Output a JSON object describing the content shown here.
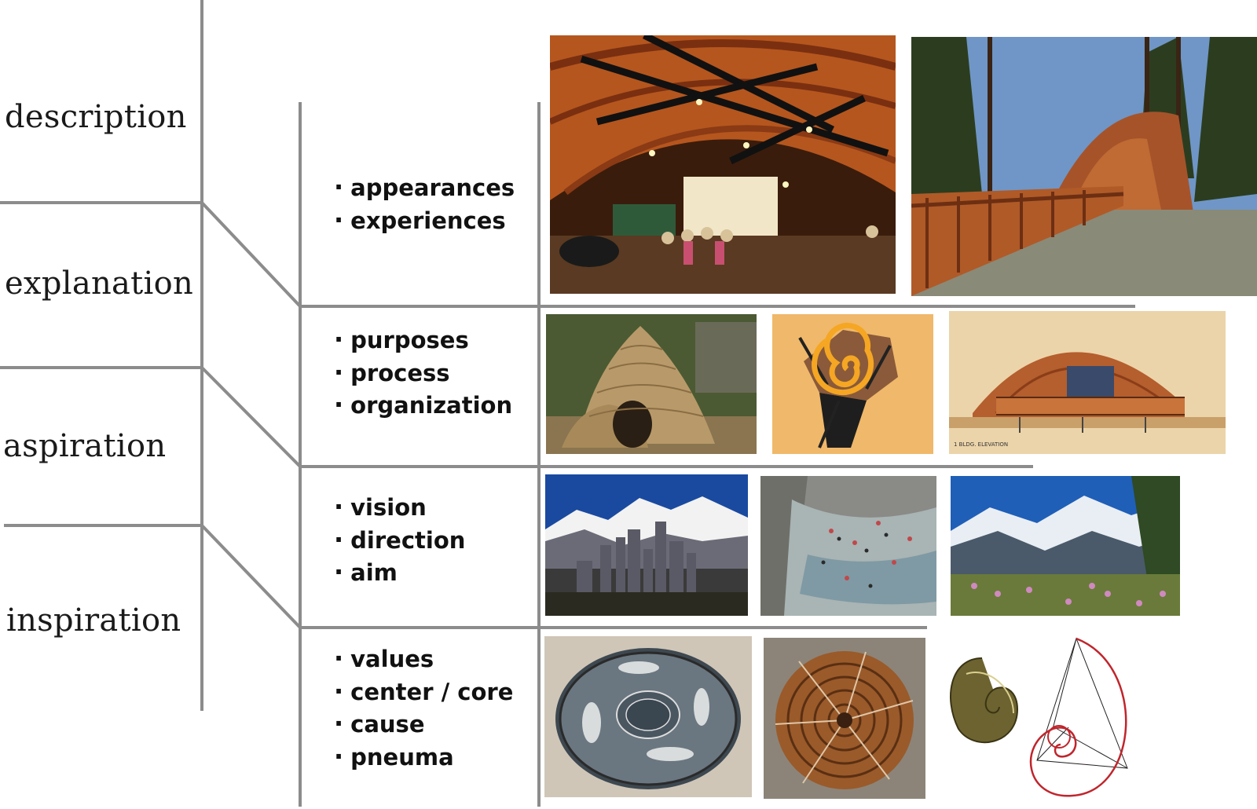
{
  "levels": [
    {
      "label": "description"
    },
    {
      "label": "explanation"
    },
    {
      "label": "aspiration"
    },
    {
      "label": "inspiration"
    }
  ],
  "rows": [
    {
      "items": [
        "appearances",
        "experiences"
      ]
    },
    {
      "items": [
        "purposes",
        "process",
        "organization"
      ]
    },
    {
      "items": [
        "vision",
        "direction",
        "aim"
      ]
    },
    {
      "items": [
        "values",
        "center / core",
        "cause",
        "pneuma"
      ]
    }
  ],
  "photos": {
    "row1": [
      "dome-interior-exhibit-hall-photo",
      "dome-exterior-boardwalk-photo"
    ],
    "row2": [
      "thatched-hut-photo",
      "spiral-plan-drawing",
      "dome-elevation-drawing"
    ],
    "row3": [
      "city-skyline-mountains-photo",
      "river-swimmers-photo",
      "mountain-wildflowers-photo"
    ],
    "row4": [
      "dolphin-mosaic-medallion-photo",
      "pinecone-spiral-photo",
      "nautilus-golden-spiral-diagram"
    ]
  },
  "elevation_caption": "1 BLDG. ELEVATION",
  "colors": {
    "line": "#8c8c8c",
    "text": "#111111"
  }
}
